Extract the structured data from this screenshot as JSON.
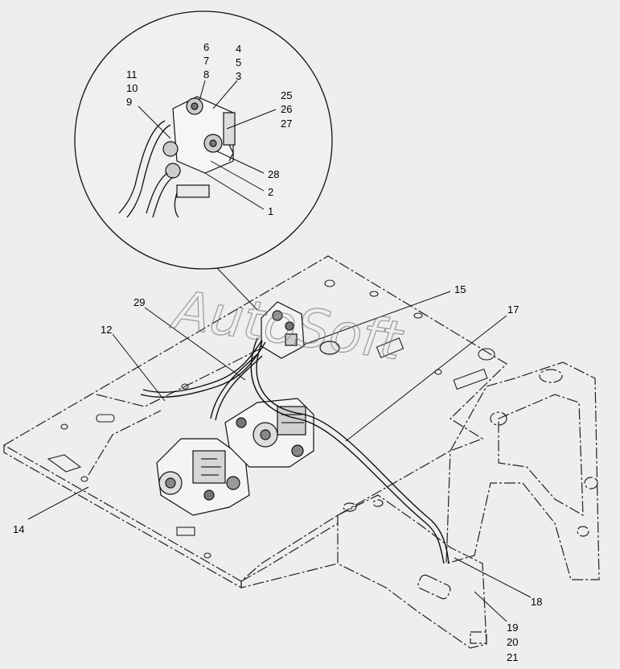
{
  "watermark": "AutoSoft",
  "callouts": [
    {
      "id": "c6",
      "text": "6"
    },
    {
      "id": "c7",
      "text": "7"
    },
    {
      "id": "c8",
      "text": "8"
    },
    {
      "id": "c4",
      "text": "4"
    },
    {
      "id": "c5",
      "text": "5"
    },
    {
      "id": "c3",
      "text": "3"
    },
    {
      "id": "c11",
      "text": "11"
    },
    {
      "id": "c10",
      "text": "10"
    },
    {
      "id": "c9",
      "text": "9"
    },
    {
      "id": "c25",
      "text": "25"
    },
    {
      "id": "c26",
      "text": "26"
    },
    {
      "id": "c27",
      "text": "27"
    },
    {
      "id": "c28",
      "text": "28"
    },
    {
      "id": "c2",
      "text": "2"
    },
    {
      "id": "c1",
      "text": "1"
    },
    {
      "id": "c15",
      "text": "15"
    },
    {
      "id": "c29",
      "text": "29"
    },
    {
      "id": "c17",
      "text": "17"
    },
    {
      "id": "c12",
      "text": "12"
    },
    {
      "id": "c14",
      "text": "14"
    },
    {
      "id": "c18",
      "text": "18"
    },
    {
      "id": "c19",
      "text": "19"
    },
    {
      "id": "c20",
      "text": "20"
    },
    {
      "id": "c21",
      "text": "21"
    }
  ]
}
